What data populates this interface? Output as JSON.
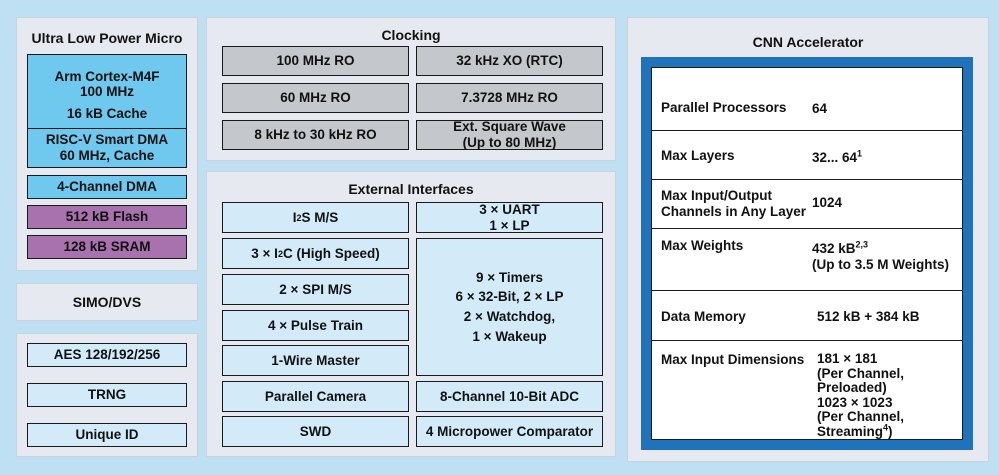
{
  "ulp": {
    "title": "Ultra Low Power Micro",
    "cortex_line1": "Arm Cortex-M4F",
    "cortex_line2": "100 MHz",
    "cortex_line3": "16 kB Cache",
    "riscv_line1": "RISC-V Smart DMA",
    "riscv_line2": "60 MHz, Cache",
    "dma": "4-Channel DMA",
    "flash": "512 kB Flash",
    "sram": "128 kB SRAM"
  },
  "simo": {
    "label": "SIMO/DVS"
  },
  "security": {
    "aes": "AES 128/192/256",
    "trng": "TRNG",
    "uid": "Unique ID"
  },
  "clocking": {
    "title": "Clocking",
    "items": [
      "100 MHz RO",
      "32 kHz XO (RTC)",
      "60 MHz RO",
      "7.3728 MHz RO",
      "8 kHz to 30 kHz RO"
    ],
    "ext_line1": "Ext. Square Wave",
    "ext_line2": "(Up to 80 MHz)"
  },
  "interfaces": {
    "title": "External Interfaces",
    "i2s_main": "I",
    "i2s_sup": "2",
    "i2s_rest": "S M/S",
    "i2c_pre": "3 × I",
    "i2c_sup": "2",
    "i2c_rest": "C (High Speed)",
    "spi": "2 × SPI M/S",
    "pulse": "4 × Pulse Train",
    "onewire": "1-Wire Master",
    "camera": "Parallel Camera",
    "swd": "SWD",
    "uart_line1": "3 × UART",
    "uart_line2": "1 × LP",
    "timers_line1": "9 × Timers",
    "timers_line2": "6 × 32-Bit, 2 × LP",
    "timers_line3": "2 × Watchdog,",
    "timers_line4": "1 × Wakeup",
    "adc": "8-Channel 10-Bit ADC",
    "comparator": "4 Micropower Comparator"
  },
  "cnn": {
    "title": "CNN Accelerator",
    "pp_label": "Parallel Processors",
    "pp_value": "64",
    "ml_label": "Max Layers",
    "ml_value": "32... 64",
    "ml_sup": "1",
    "ch_label1": "Max Input/Output",
    "ch_label2": "Channels in Any Layer",
    "ch_value": "1024",
    "mw_label": "Max Weights",
    "mw_value": "432 kB",
    "mw_sup": "2,3",
    "mw_value2": "(Up to 3.5 M Weights)",
    "dm_label": "Data Memory",
    "dm_value": "512 kB + 384 kB",
    "mid_label": "Max Input Dimensions",
    "mid_v1": "181 × 181",
    "mid_v2": "(Per Channel,",
    "mid_v3": "Preloaded)",
    "mid_v4": "1023 × 1023",
    "mid_v5": "(Per Channel,",
    "mid_v6": "Streaming",
    "mid_v6_sup": "4",
    "mid_v6_end": ")"
  }
}
